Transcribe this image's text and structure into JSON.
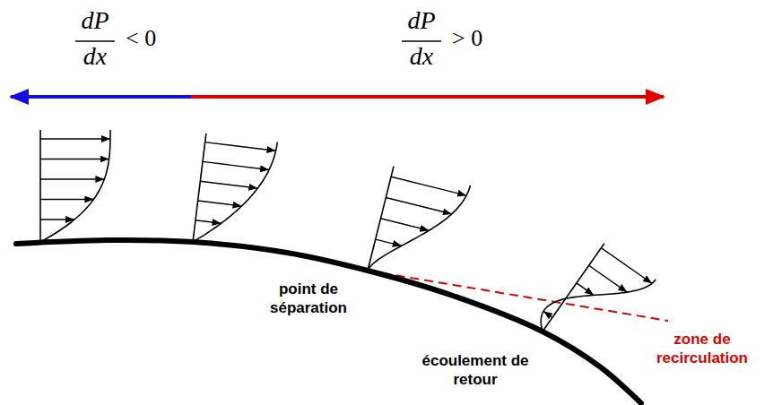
{
  "diagram": {
    "labels": [
      "dP",
      "dx",
      "< 0",
      "dP",
      "dx",
      "> 0",
      "point de séparation",
      "écoulement de retour",
      "zone de recirculation"
    ]
  }
}
